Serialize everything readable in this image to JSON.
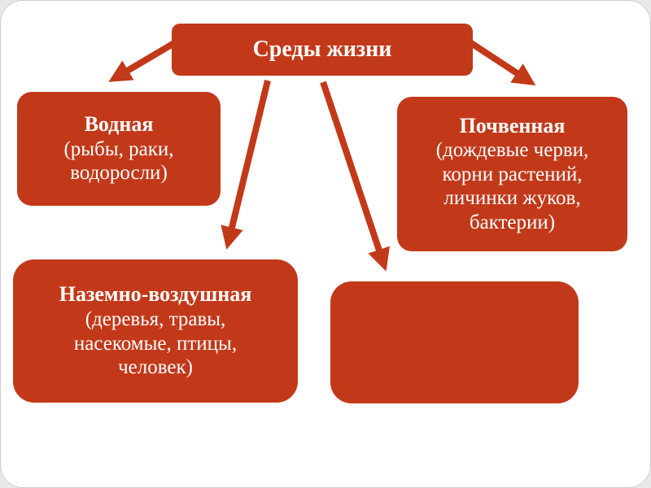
{
  "diagram": {
    "title": "Среды жизни",
    "nodes": [
      {
        "id": "water",
        "title": "Водная",
        "lines": [
          "(рыбы, раки,",
          "водоросли)"
        ]
      },
      {
        "id": "soil",
        "title": "Почвенная",
        "lines": [
          "(дождевые черви,",
          "корни растений,",
          "личинки жуков,",
          "бактерии)"
        ]
      },
      {
        "id": "ground-air",
        "title": "Наземно-воздушная",
        "lines": [
          "(деревья, травы,",
          "насекомые, птицы,",
          "человек)"
        ]
      },
      {
        "id": "empty",
        "title": "",
        "lines": []
      }
    ],
    "colors": {
      "node": "#c2391a",
      "text": "#ffffff",
      "slide": "#ffffff",
      "page": "#e8e8e8"
    }
  }
}
